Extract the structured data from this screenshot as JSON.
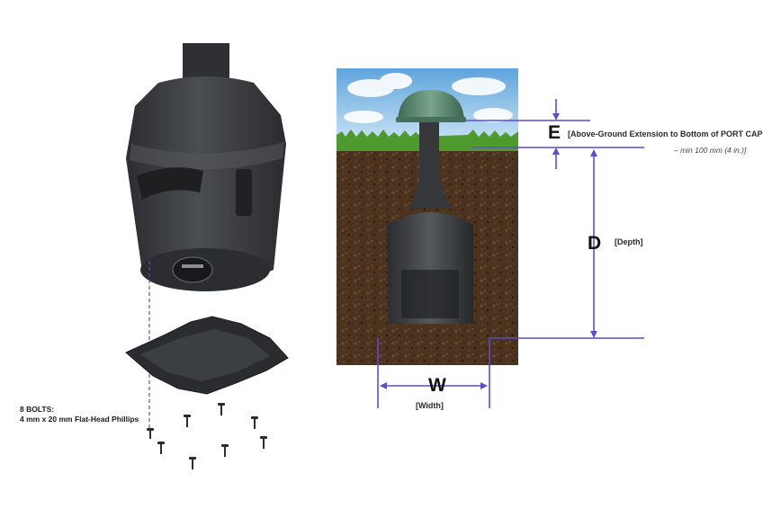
{
  "bolts": {
    "title": "8 BOLTS:",
    "spec": "4 mm x 20 mm Flat-Head Phillips"
  },
  "dimensions": {
    "e_letter": "E",
    "e_desc": "[Above-Ground Extension to Bottom of PORT CAP",
    "e_min": "– min 100 mm (4 in.)]",
    "d_letter": "D",
    "d_desc": "[Depth]",
    "w_letter": "W",
    "w_desc": "[Width]"
  },
  "colors": {
    "dimension_line": "#5b4fc8",
    "device_body": "#3a3d41",
    "port_cap": "#5e8a72",
    "soil": "#4a3220",
    "grass": "#4f9a2e",
    "sky": "#8fc2e8"
  }
}
